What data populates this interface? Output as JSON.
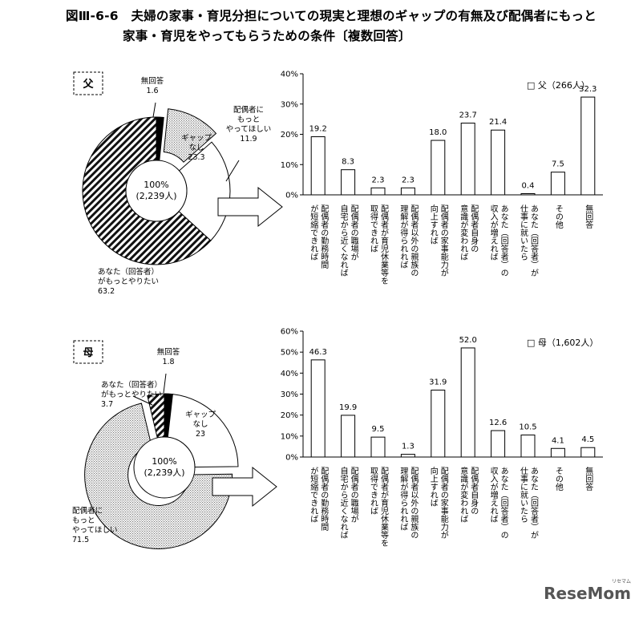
{
  "title": {
    "line1": "図Ⅲ-6-6　夫婦の家事・育児分担についての現実と理想のギャップの有無及び配偶者にもっと",
    "line2": "家事・育児をやってもらうための条件〔複数回答〕"
  },
  "chart_data": [
    {
      "type": "pie",
      "panel": "父",
      "center_label": [
        "100%",
        "(2,239人)"
      ],
      "slices": [
        {
          "label": [
            "無回答"
          ],
          "value": 1.6,
          "pattern": "black"
        },
        {
          "label": [
            "配偶者に",
            "もっと",
            "やってほしい"
          ],
          "value": 11.9,
          "pattern": "dots",
          "exploded": true
        },
        {
          "label": [
            "ギャップ",
            "なし"
          ],
          "value": 23.3,
          "pattern": "white"
        },
        {
          "label": [
            "あなた（回答者）",
            "がもっとやりたい"
          ],
          "value": 63.2,
          "pattern": "hatch"
        }
      ]
    },
    {
      "type": "bar",
      "panel": "父",
      "legend": "□ 父（266人）",
      "ylim": [
        0,
        40
      ],
      "yticks": [
        "0%",
        "10%",
        "20%",
        "30%",
        "40%"
      ],
      "categories": [
        "配偶者の勤務時間が短縮できれば",
        "配偶者の職場が自宅から近くなれば",
        "配偶者が育児休業等を取得できれば",
        "配偶者以外の親族の理解が得られれば",
        "配偶者の家事能力が向上すれば",
        "配偶者自身の意識が変われば",
        "あなた（回答者）の収入が増えれば",
        "あなた（回答者）が仕事に就いたら",
        "その他",
        "無回答"
      ],
      "values": [
        19.2,
        8.3,
        2.3,
        2.3,
        18.0,
        23.7,
        21.4,
        0.4,
        7.5,
        32.3
      ],
      "value_labels": [
        "19.2",
        "8.3",
        "2.3",
        "2.3",
        "18.0",
        "23.7",
        "21.4",
        "0.4",
        "7.5",
        "32.3"
      ]
    },
    {
      "type": "pie",
      "panel": "母",
      "center_label": [
        "100%",
        "(2,239人)"
      ],
      "slices": [
        {
          "label": [
            "無回答"
          ],
          "value": 1.8,
          "pattern": "black"
        },
        {
          "label": [
            "ギャップ",
            "なし"
          ],
          "value": 23.0,
          "pattern": "white"
        },
        {
          "label": [
            "配偶者に",
            "もっと",
            "やってほしい"
          ],
          "value": 71.5,
          "pattern": "dots",
          "exploded": true
        },
        {
          "label": [
            "あなた（回答者）",
            "がもっとやりたい"
          ],
          "value": 3.7,
          "pattern": "hatch"
        }
      ]
    },
    {
      "type": "bar",
      "panel": "母",
      "legend": "□ 母（1,602人）",
      "ylim": [
        0,
        60
      ],
      "yticks": [
        "0%",
        "10%",
        "20%",
        "30%",
        "40%",
        "50%",
        "60%"
      ],
      "categories": [
        "配偶者の勤務時間が短縮できれば",
        "配偶者の職場が自宅から近くなれば",
        "配偶者が育児休業等を取得できれば",
        "配偶者以外の親族の理解が得られれば",
        "配偶者の家事能力が向上すれば",
        "配偶者自身の意識が変われば",
        "あなた（回答者）の収入が増えれば",
        "あなた（回答者）が仕事に就いたら",
        "その他",
        "無回答"
      ],
      "values": [
        46.3,
        19.9,
        9.5,
        1.3,
        31.9,
        52.0,
        12.6,
        10.5,
        4.1,
        4.5
      ],
      "value_labels": [
        "46.3",
        "19.9",
        "9.5",
        "1.3",
        "31.9",
        "52.0",
        "12.6",
        "10.5",
        "4.1",
        "4.5"
      ]
    }
  ],
  "category_lines": [
    [
      "配偶者の勤務時間",
      "が短縮できれば"
    ],
    [
      "配偶者の職場が",
      "自宅から近くなれば"
    ],
    [
      "配偶者が育児休業等を",
      "取得できれば"
    ],
    [
      "配偶者以外の親族の",
      "理解が得られれば"
    ],
    [
      "配偶者の家事能力が",
      "向上すれば"
    ],
    [
      "配偶者自身の",
      "意識が変われば"
    ],
    [
      "あなた（回答者）の",
      "収入が増えれば"
    ],
    [
      "あなた（回答者）が",
      "仕事に就いたら"
    ],
    [
      "その他"
    ],
    [
      "無回答"
    ]
  ],
  "logo": {
    "main": "ReseMom",
    "sub": "リセマム"
  }
}
